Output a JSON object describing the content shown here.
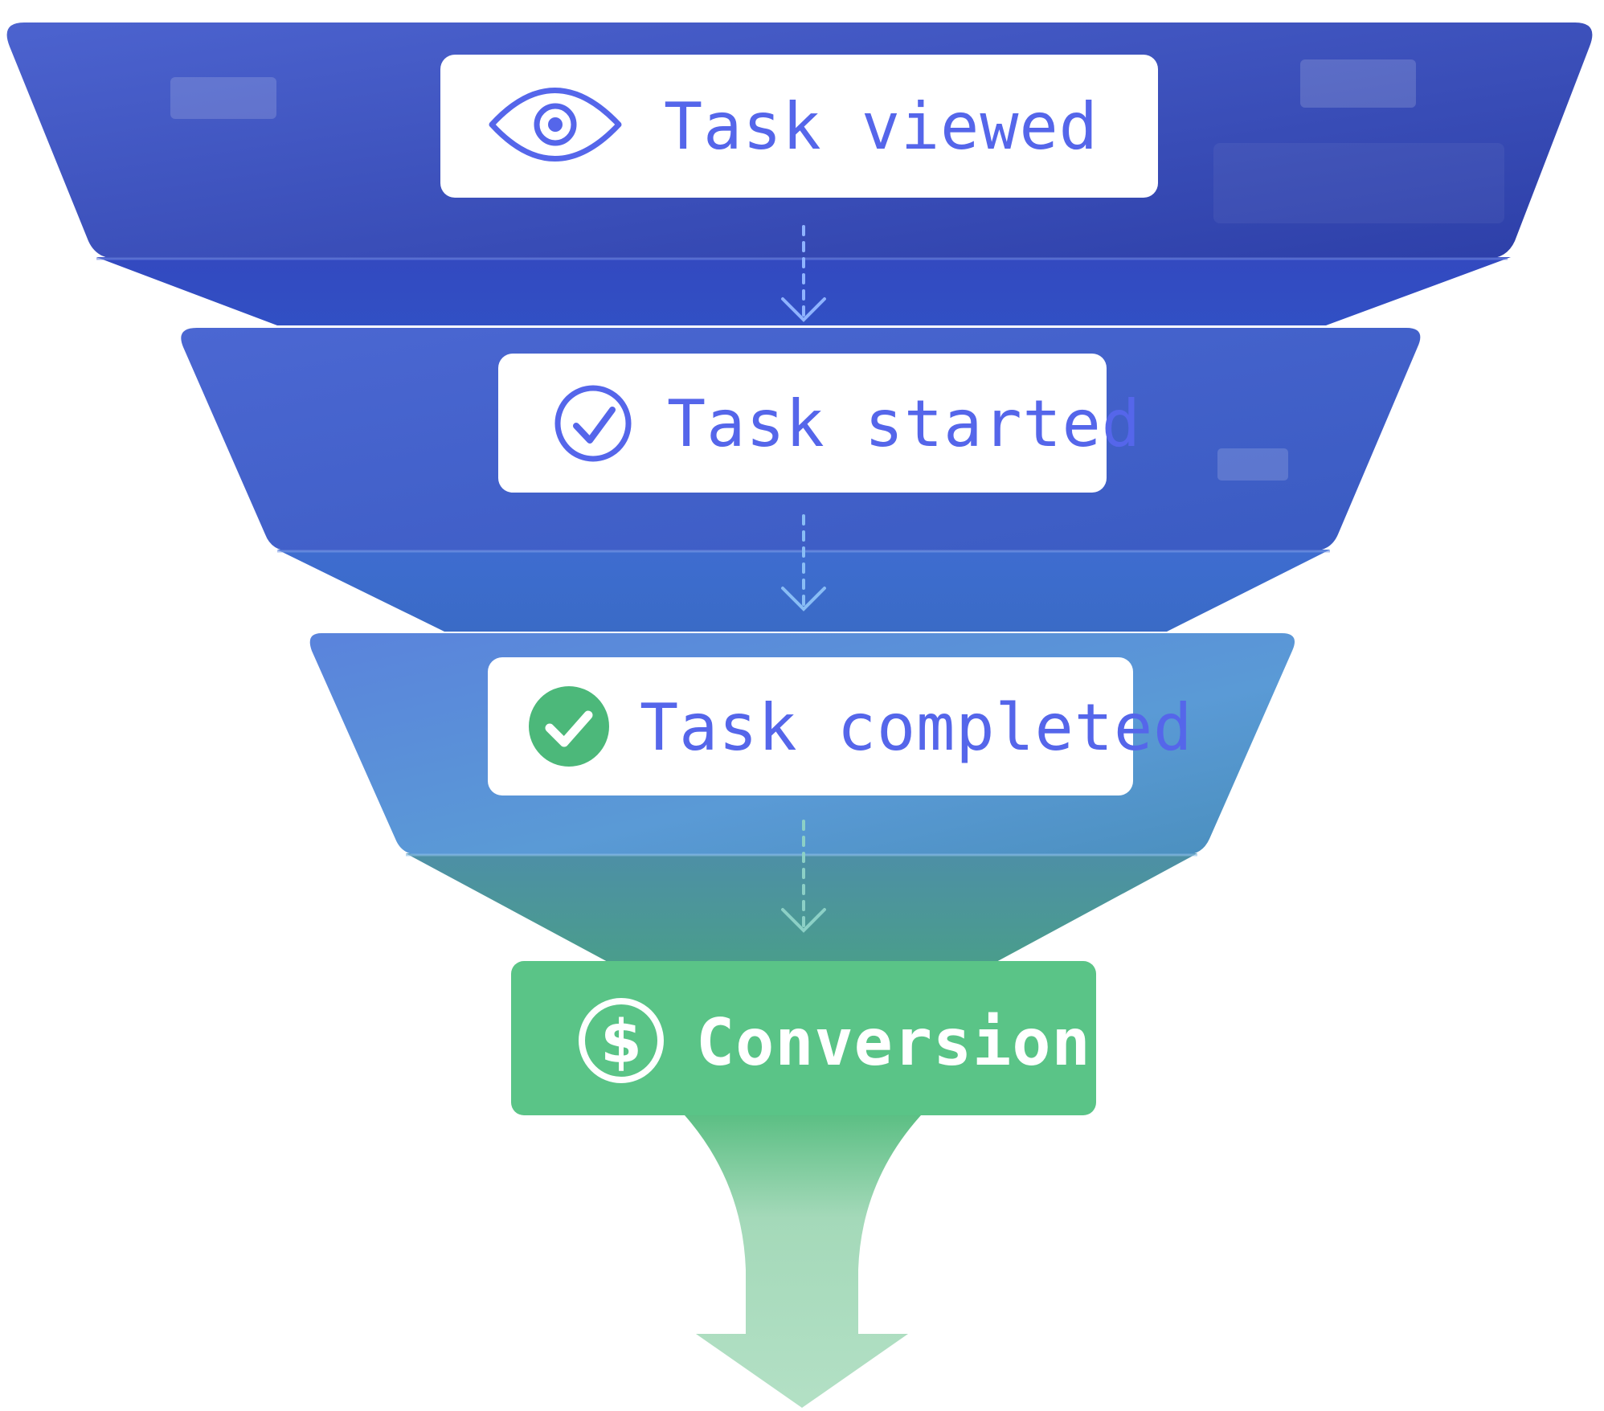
{
  "stages": [
    {
      "label": "Task viewed",
      "icon": "eye-icon"
    },
    {
      "label": "Task started",
      "icon": "check-circle-outline-icon"
    },
    {
      "label": "Task completed",
      "icon": "check-circle-filled-icon"
    }
  ],
  "conversion": {
    "label": "Conversion",
    "icon": "dollar-circle-icon"
  },
  "colors": {
    "funnel_top": "#3f57c9",
    "funnel_deep": "#2f41b6",
    "funnel_mid": "#4a74d4",
    "funnel_light": "#5b98d9",
    "funnel_teal": "#4a9a94",
    "conversion_green": "#5ac487",
    "arrow_green": "#a6dcbc",
    "label_text": "#5566ea",
    "check_green": "#4cb87a",
    "white": "#ffffff"
  }
}
